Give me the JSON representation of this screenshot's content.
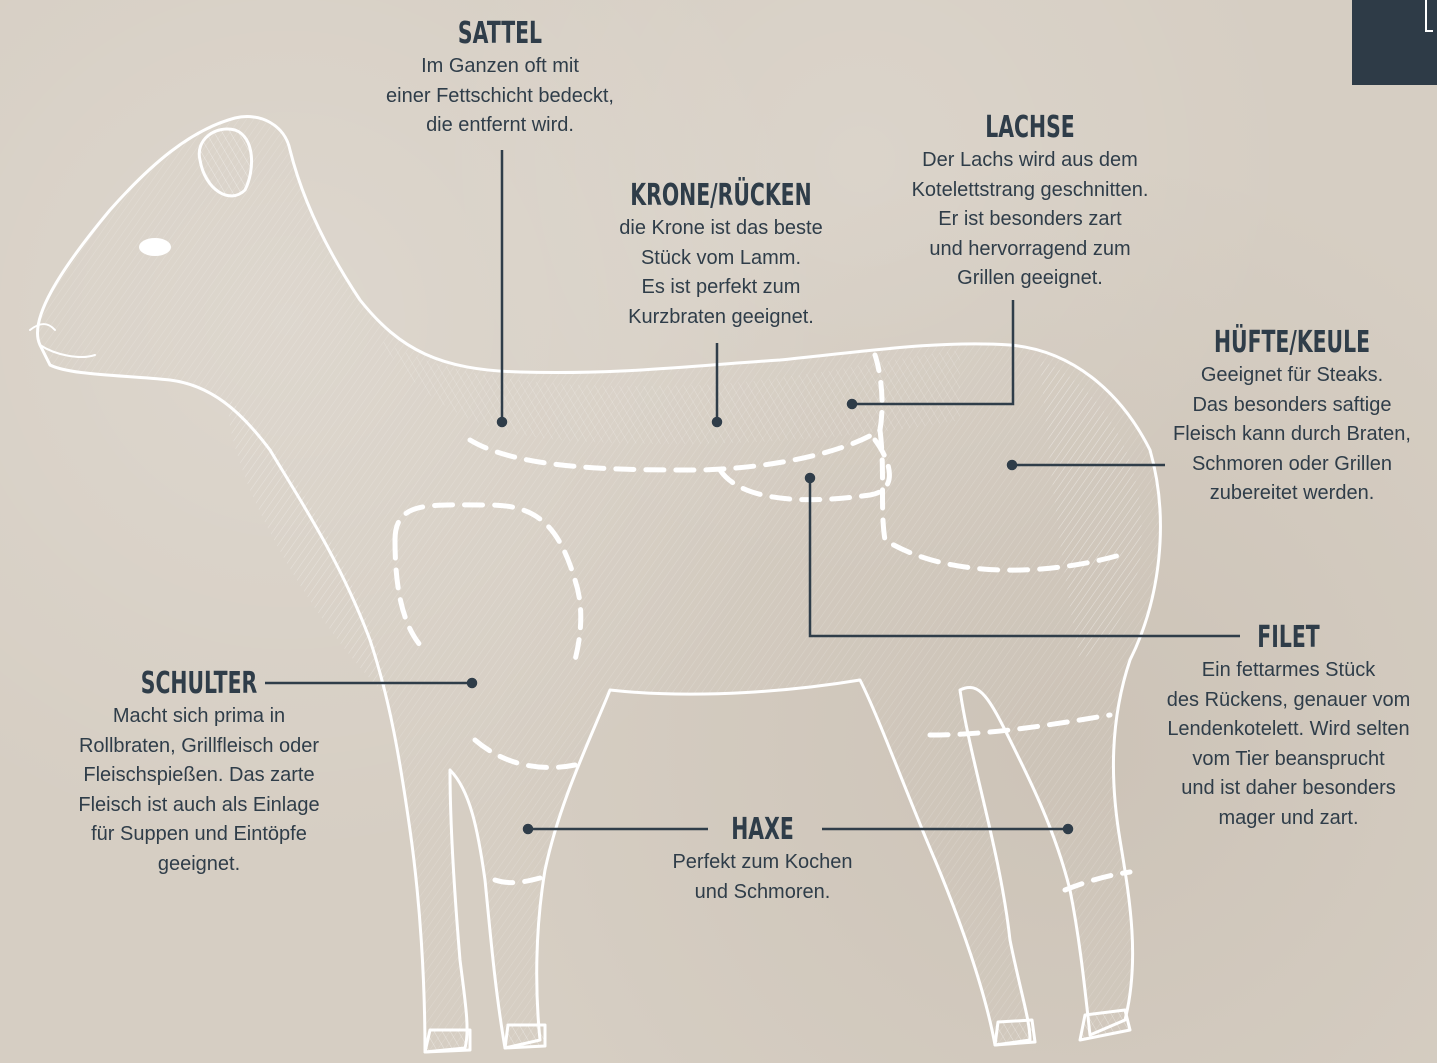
{
  "colors": {
    "background": "#d6cec3",
    "ink": "#2f3d49",
    "drawing": "#ffffff",
    "corner": "#2e3b47"
  },
  "cuts": [
    {
      "id": "sattel",
      "title": "SATTEL",
      "description": "Im Ganzen oft mit\neiner Fettschicht bedeckt,\ndie entfernt wird."
    },
    {
      "id": "krone",
      "title": "KRONE/RÜCKEN",
      "description": "die Krone ist das beste\nStück vom Lamm.\nEs ist perfekt zum\nKurzbraten geeignet."
    },
    {
      "id": "lachse",
      "title": "LACHSE",
      "description": "Der Lachs wird aus dem\nKotelettstrang geschnitten.\nEr ist besonders zart\nund hervorragend zum\nGrillen geeignet."
    },
    {
      "id": "huefte",
      "title": "HÜFTE/KEULE",
      "description": "Geeignet für Steaks.\nDas besonders saftige\nFleisch kann durch Braten,\nSchmoren oder Grillen\nzubereitet werden."
    },
    {
      "id": "filet",
      "title": "FILET",
      "description": "Ein fettarmes Stück\ndes Rückens, genauer vom\nLendenkotelett. Wird selten\nvom Tier beansprucht\nund ist daher besonders\nmager und zart."
    },
    {
      "id": "schulter",
      "title": "SCHULTER",
      "description": "Macht sich prima in\nRollbraten, Grillfleisch oder\nFleischspießen. Das zarte\nFleisch ist auch als Einlage\nfür Suppen und Eintöpfe\ngeeignet."
    },
    {
      "id": "haxe",
      "title": "HAXE",
      "description": "Perfekt zum Kochen\nund Schmoren."
    }
  ]
}
